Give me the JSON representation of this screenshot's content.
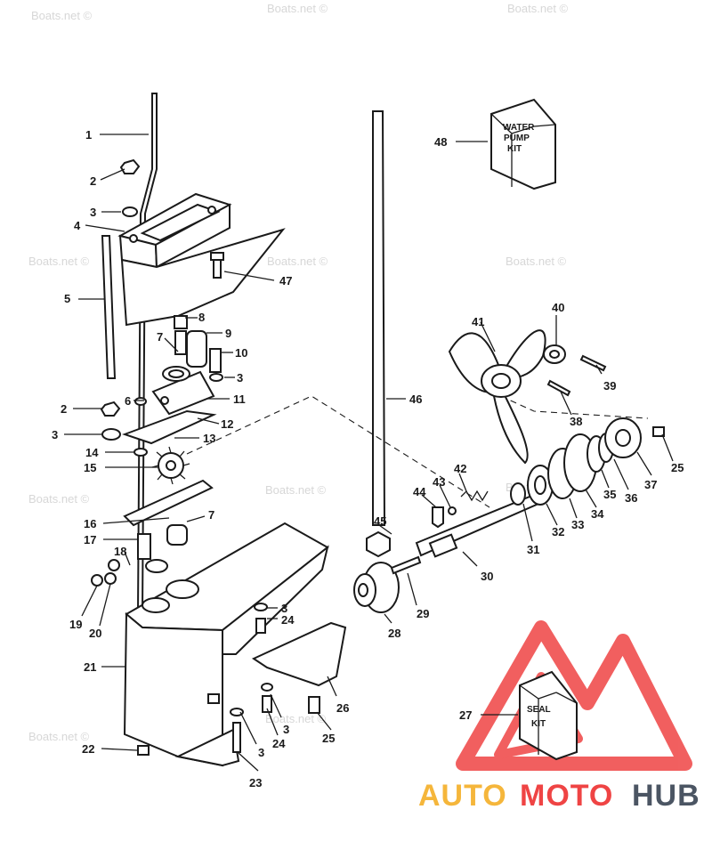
{
  "watermark_text": "Boats.net ©",
  "kits": {
    "water_pump": [
      "WATER",
      "PUMP",
      "KIT"
    ],
    "seal": [
      "SEAL",
      "KIT"
    ]
  },
  "brand": {
    "auto": "AUTO",
    "moto": "MOTO",
    "hub": "HUB",
    "colors": {
      "auto": "#f5b63b",
      "moto": "#ef4444",
      "hub": "#4b5563"
    }
  },
  "callouts": {
    "c1": "1",
    "c2a": "2",
    "c3a": "3",
    "c4": "4",
    "c5": "5",
    "c47": "47",
    "c8": "8",
    "c9": "9",
    "c7a": "7",
    "c10": "10",
    "c3b": "3",
    "c6": "6",
    "c11": "11",
    "c2b": "2",
    "c12": "12",
    "c3c": "3",
    "c13": "13",
    "c14": "14",
    "c15": "15",
    "c16": "16",
    "c7b": "7",
    "c17": "17",
    "c18": "18",
    "c19": "19",
    "c20": "20",
    "c21": "21",
    "c22": "22",
    "c46": "46",
    "c48": "48",
    "c40": "40",
    "c41": "41",
    "c39": "39",
    "c38": "38",
    "c25a": "25",
    "c37": "37",
    "c36": "36",
    "c35": "35",
    "c34": "34",
    "c33": "33",
    "c32": "32",
    "c31": "31",
    "c42": "42",
    "c43": "43",
    "c44": "44",
    "c45": "45",
    "c30": "30",
    "c29": "29",
    "c28": "28",
    "c3d": "3",
    "c24a": "24",
    "c26": "26",
    "c3e": "3",
    "c24b": "24",
    "c25b": "25",
    "c3f": "3",
    "c23": "23",
    "c27": "27"
  }
}
